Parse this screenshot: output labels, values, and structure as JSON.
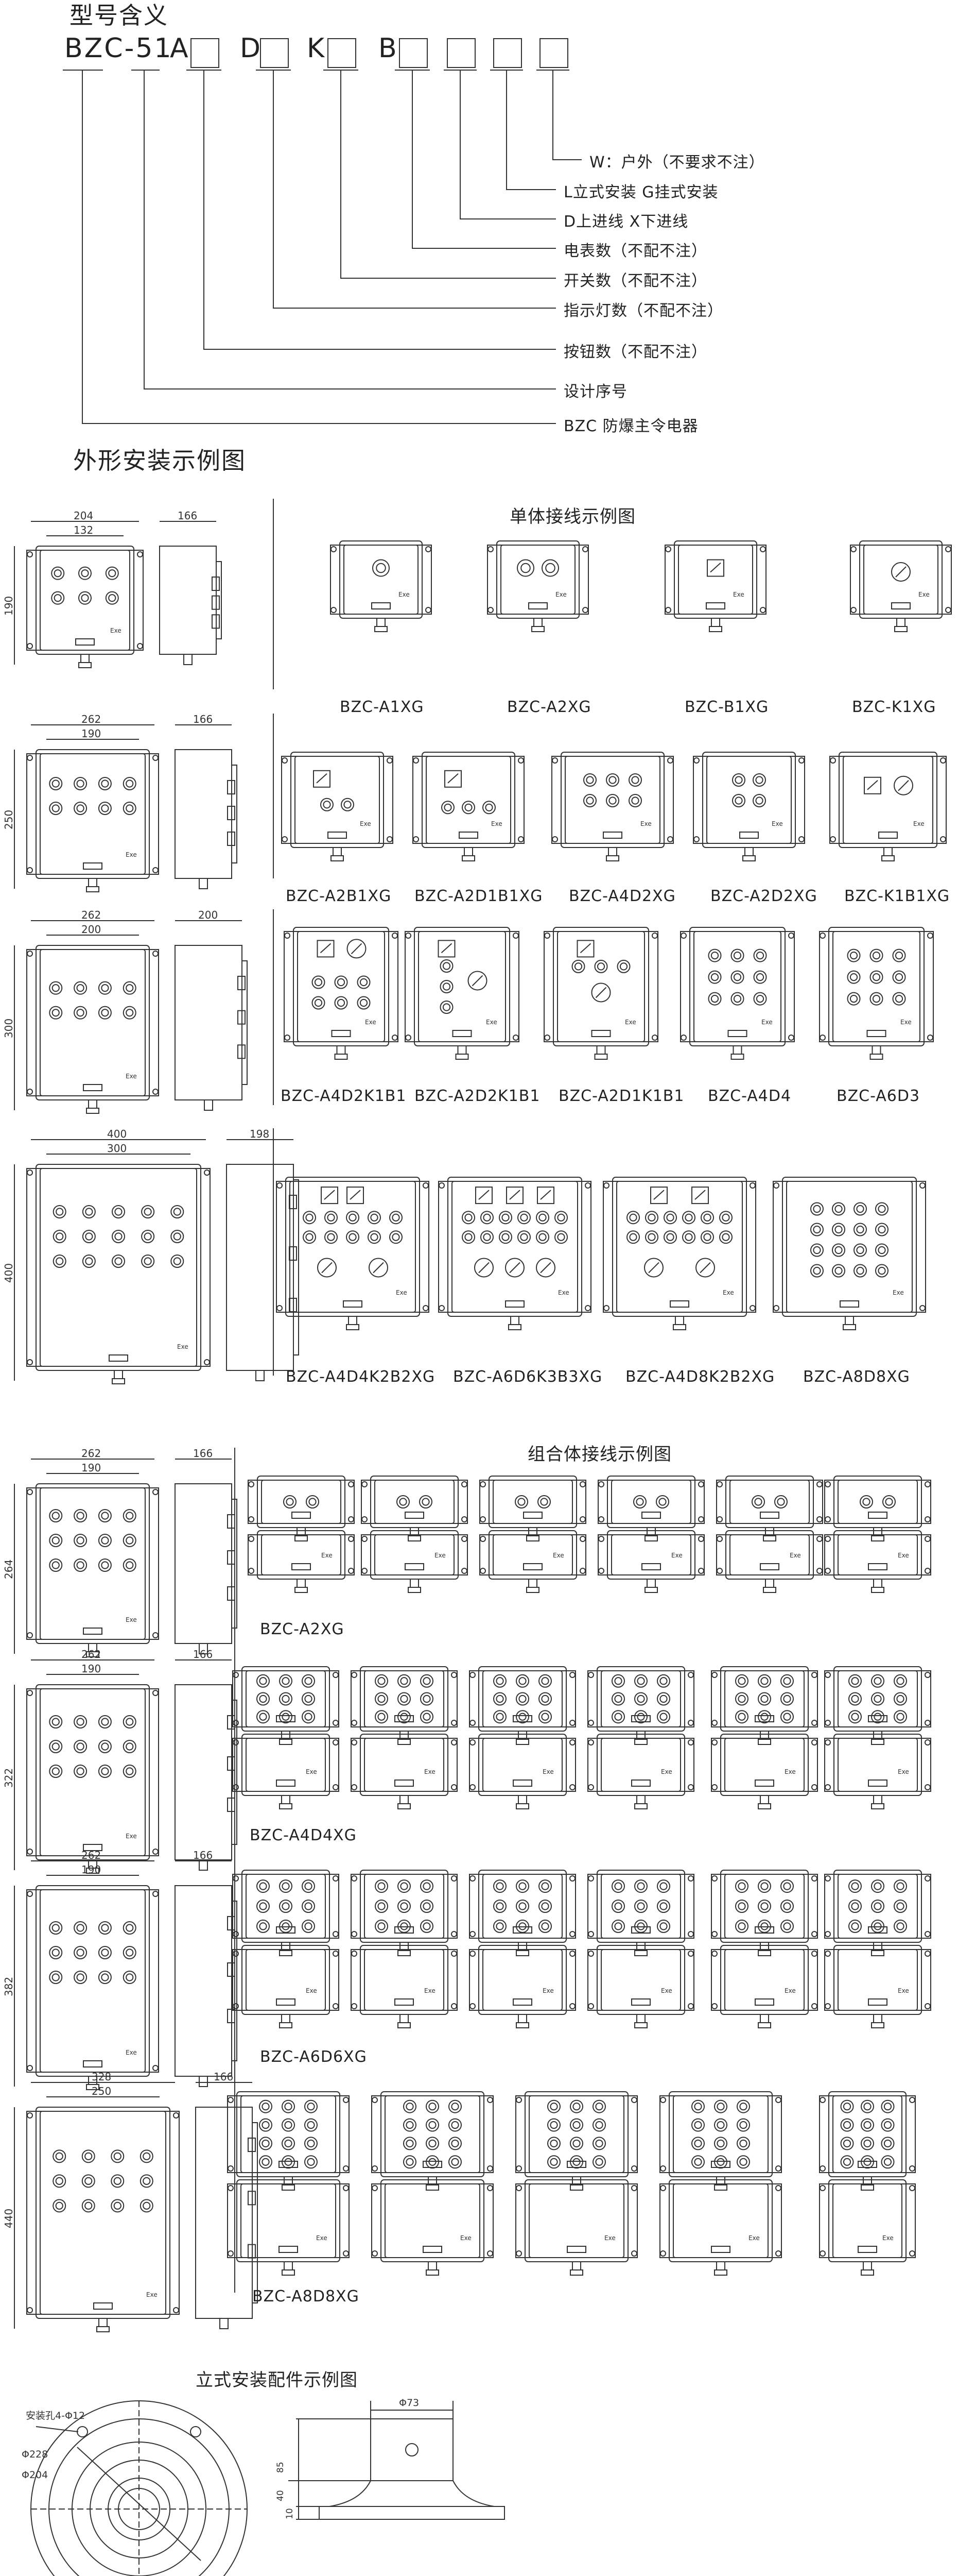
{
  "model_section": {
    "title": "型号含义",
    "code_parts": [
      "BZC-51",
      "A",
      "D",
      "K",
      "B"
    ],
    "meanings": [
      "W：户外（不要求不注）",
      "L立式安装  G挂式安装",
      "D上进线   X下进线",
      "电表数（不配不注）",
      "开关数（不配不注）",
      "指示灯数（不配不注）",
      "按钮数（不配不注）",
      "设计序号",
      "BZC 防爆主令电器"
    ]
  },
  "install_section": {
    "title": "外形安装示例图",
    "single_title": "单体接线示例图",
    "combined_title": "组合体接线示例图"
  },
  "outline_dims": [
    {
      "w_outer": "204",
      "w_inner": "132",
      "height": "190",
      "depth": "166"
    },
    {
      "w_outer": "262",
      "w_inner": "190",
      "height": "250",
      "depth": "166"
    },
    {
      "w_outer": "262",
      "w_inner": "200",
      "height": "300",
      "depth": "200"
    },
    {
      "w_outer": "400",
      "w_inner": "300",
      "height": "400",
      "depth": "198"
    },
    {
      "w_outer": "262",
      "w_inner": "190",
      "height": "264",
      "depth": "166"
    },
    {
      "w_outer": "262",
      "w_inner": "190",
      "height": "322",
      "depth": "166"
    },
    {
      "w_outer": "262",
      "w_inner": "190",
      "height": "382",
      "depth": "166"
    },
    {
      "w_outer": "328",
      "w_inner": "250",
      "height": "440",
      "depth": "166"
    }
  ],
  "single_rows": [
    [
      "BZC-A1XG",
      "BZC-A2XG",
      "BZC-B1XG",
      "BZC-K1XG"
    ],
    [
      "BZC-A2B1XG",
      "BZC-A2D1B1XG",
      "BZC-A4D2XG",
      "BZC-A2D2XG",
      "BZC-K1B1XG"
    ],
    [
      "BZC-A4D2K1B1",
      "BZC-A2D2K1B1",
      "BZC-A2D1K1B1",
      "BZC-A4D4",
      "BZC-A6D3"
    ],
    [
      "BZC-A4D4K2B2XG",
      "BZC-A6D6K3B3XG",
      "BZC-A4D8K2B2XG",
      "BZC-A8D8XG"
    ]
  ],
  "combined_labels": [
    "BZC-A2XG",
    "BZC-A4D4XG",
    "BZC-A6D6XG",
    "BZC-A8D8XG"
  ],
  "enclosure_mark": "Exe",
  "stand_section": {
    "title": "立式安装配件示例图",
    "hole_note": "安装孔4-Φ12",
    "d1": "Φ228",
    "d2": "Φ204",
    "top_dim": "Φ73",
    "h1": "85",
    "h2": "40",
    "h3": "10"
  }
}
